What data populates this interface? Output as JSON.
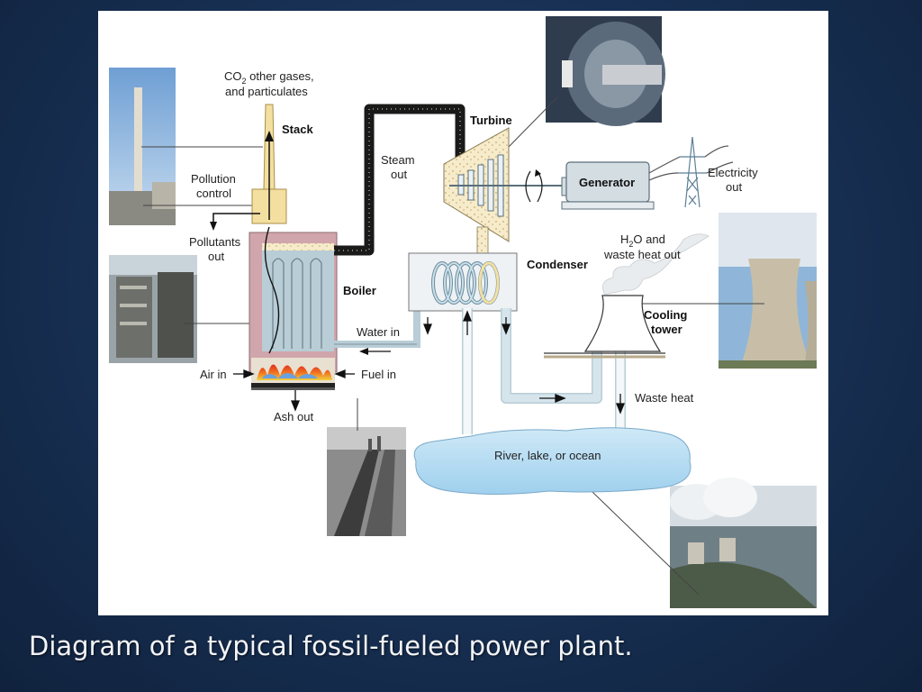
{
  "diagram": {
    "labels": {
      "co2_line1_pre": "CO",
      "co2_sub": "2",
      "co2_line1_post": " other gases,",
      "co2_line2": "and particulates",
      "stack": "Stack",
      "pollution_control_1": "Pollution",
      "pollution_control_2": "control",
      "pollutants_out_1": "Pollutants",
      "pollutants_out_2": "out",
      "boiler": "Boiler",
      "steam_out_1": "Steam",
      "steam_out_2": "out",
      "turbine": "Turbine",
      "generator": "Generator",
      "electricity_out_1": "Electricity",
      "electricity_out_2": "out",
      "condenser": "Condenser",
      "h2o_pre": "H",
      "h2o_sub": "2",
      "h2o_post": "O and",
      "waste_heat_out": "waste heat out",
      "cooling_tower_1": "Cooling",
      "cooling_tower_2": "tower",
      "water_in": "Water in",
      "air_in": "Air in",
      "fuel_in": "Fuel in",
      "ash_out": "Ash out",
      "waste_heat": "Waste heat",
      "river": "River, lake, or ocean"
    }
  },
  "caption": "Diagram of a typical fossil-fueled power plant."
}
